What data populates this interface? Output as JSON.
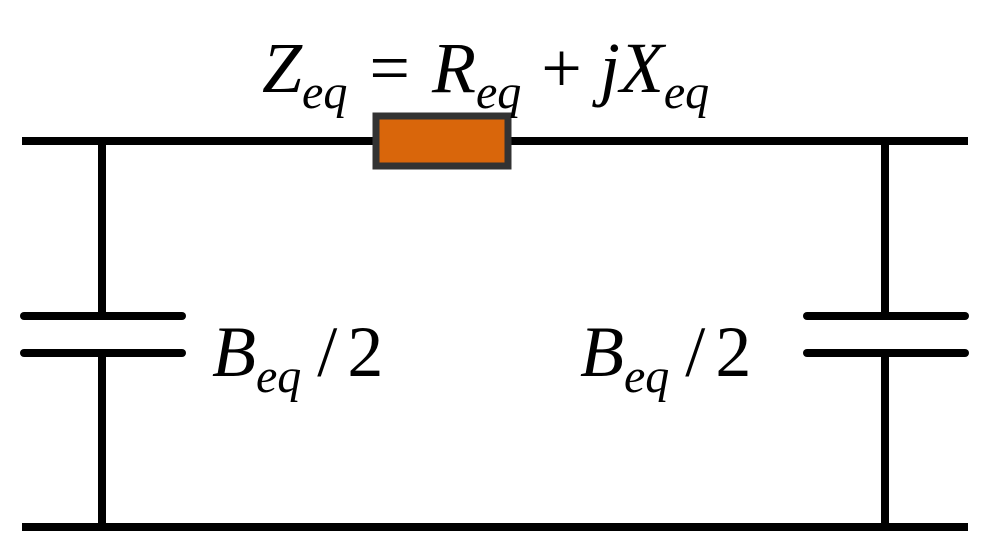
{
  "series_impedance": {
    "lhs_symbol": "Z",
    "lhs_subscript": "eq",
    "equals": "=",
    "real_symbol": "R",
    "real_subscript": "eq",
    "plus": "+",
    "imag_prefix": "j",
    "imag_symbol": "X",
    "imag_subscript": "eq"
  },
  "left_shunt": {
    "symbol": "B",
    "subscript": "eq",
    "divider": "/",
    "denominator": "2"
  },
  "right_shunt": {
    "symbol": "B",
    "subscript": "eq",
    "divider": "/",
    "denominator": "2"
  },
  "colors": {
    "wire": "#000000",
    "resistor_fill": "#d9660b",
    "resistor_stroke": "#333333"
  }
}
